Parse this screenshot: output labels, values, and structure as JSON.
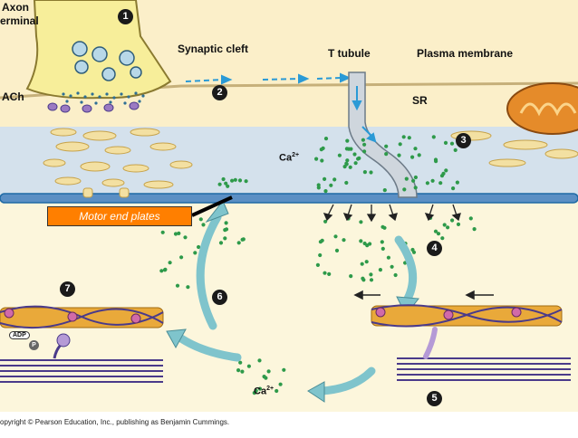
{
  "labels": {
    "axon_line1": "Axon",
    "axon_line2": "erminal",
    "synaptic_cleft": "Synaptic cleft",
    "t_tubule": "T tubule",
    "plasma_membrane": "Plasma membrane",
    "ach": "ACh",
    "sr": "SR",
    "ca_ion": "Ca",
    "ca_charge": "2+",
    "motor_end_plates": "Motor end plates",
    "adp": "ADP",
    "pi": "P",
    "copyright": "opyright © Pearson Education, Inc., publishing as Benjamin Cummings."
  },
  "steps": [
    "1",
    "2",
    "3",
    "4",
    "5",
    "6",
    "7"
  ],
  "colors": {
    "cytoplasm": "#fbefc9",
    "sr_band": "#d4e1ec",
    "membrane": "#1f6aa5",
    "axon_terminal": "#f7ee9a",
    "calcium_dot": "#2e9a4a",
    "arrow_teal": "#7fc4cc",
    "callout_box": "#ff7f00",
    "actin": "#e9a93a",
    "myosin": "#4a3a8a",
    "mitochondrion": "#e58b2a",
    "signal_arrow": "#2a9ad6"
  }
}
